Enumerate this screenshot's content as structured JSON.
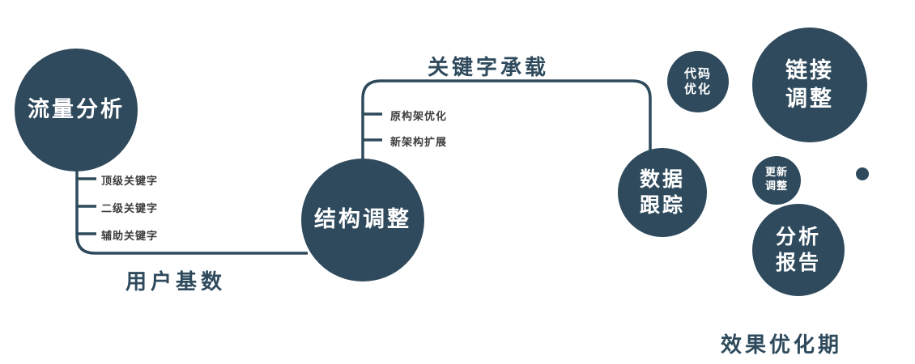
{
  "colors": {
    "node_fill": "#2e4a5c",
    "node_text": "#ffffff",
    "connector_line": "#2e4a5c",
    "edge_label_text": "#2e4a5c",
    "branch_label_text": "#3d3d3d",
    "background": "#ffffff"
  },
  "nodes": {
    "traffic": {
      "label": "流量分析"
    },
    "structure": {
      "label": "结构调整"
    },
    "tracking": {
      "line1": "数据",
      "line2": "跟踪"
    },
    "code": {
      "line1": "代码",
      "line2": "优化"
    },
    "link": {
      "line1": "链接",
      "line2": "调整"
    },
    "update": {
      "line1": "更新",
      "line2": "调整"
    },
    "report": {
      "line1": "分析",
      "line2": "报告"
    }
  },
  "branches": {
    "left": [
      "顶级关键字",
      "二级关键字",
      "辅助关键字"
    ],
    "middle": [
      "原构架优化",
      "新架构扩展"
    ]
  },
  "edge_labels": {
    "user_base": "用户基数",
    "keyword_carry": "关键字承载"
  },
  "footer": {
    "label": "效果优化期"
  }
}
